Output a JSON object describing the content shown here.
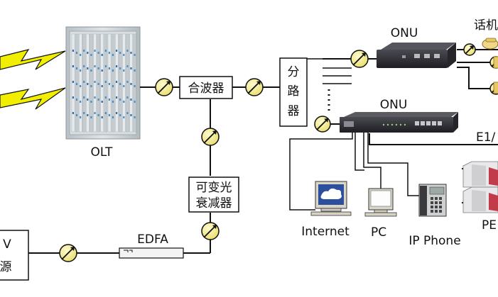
{
  "labels": {
    "olt": "OLT",
    "combiner": "合波器",
    "splitter": [
      "分",
      "路",
      "器"
    ],
    "attenuator": [
      "可变光",
      "衰减器"
    ],
    "edfa": "EDFA",
    "onu_top": "ONU",
    "onu_mid": "ONU",
    "phone_top": "话机",
    "e1": "E1/",
    "internet": "Internet",
    "pc": "PC",
    "ip_phone": "IP Phone",
    "pbx": "PE",
    "catv_source": [
      "V",
      "源"
    ]
  },
  "colors": {
    "lightning": "#f2ee00",
    "attenuator_fill": "#f2e98a",
    "wire": "#111111",
    "device_dark": "#2b2b2f",
    "rack": "#c9d0d4"
  },
  "icons": {
    "attenuator": "optical-attenuator-icon",
    "lightning": "wireless-lightning-icon",
    "telephone": "telephone-icon",
    "computer": "computer-icon",
    "ip_phone": "ip-phone-icon",
    "server": "server-icon"
  }
}
